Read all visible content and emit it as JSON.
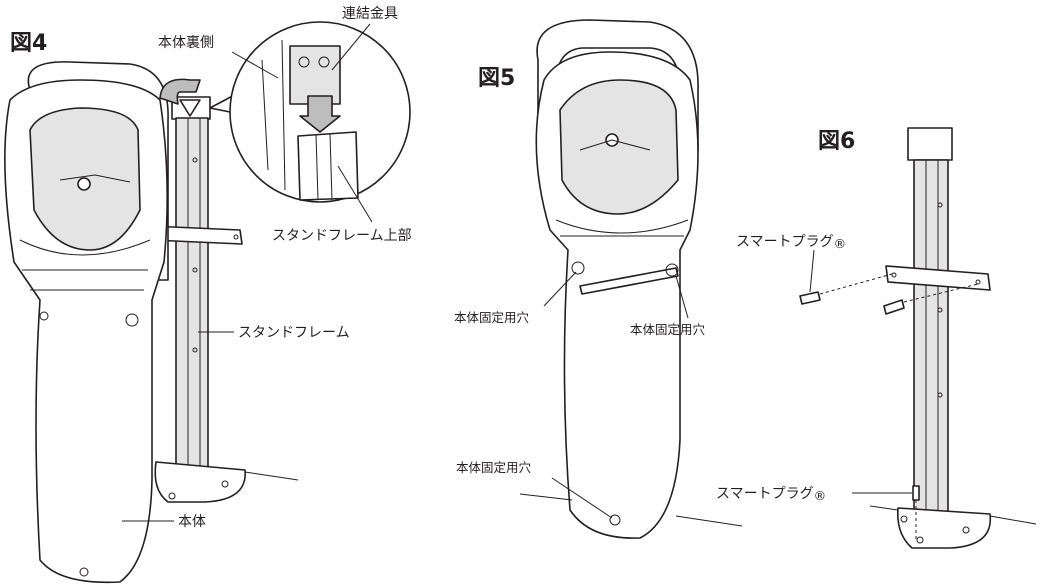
{
  "figures": [
    {
      "id": "fig4",
      "title": "図4"
    },
    {
      "id": "fig5",
      "title": "図5"
    },
    {
      "id": "fig6",
      "title": "図6"
    }
  ],
  "labels": {
    "fig4_body_back": "本体裏側",
    "fig4_connector": "連結金具",
    "fig4_frame_top": "スタンドフレーム上部",
    "fig4_frame": "スタンドフレーム",
    "fig4_body": "本体",
    "fig5_hole_left": "本体固定用穴",
    "fig5_hole_right": "本体固定用穴",
    "fig5_hole_bottom": "本体固定用穴",
    "fig6_plug_top": "スマートプラグ",
    "fig6_plug_bottom": "スマートプラグ",
    "registered_mark": "®"
  },
  "colors": {
    "line": "#231f20",
    "fill_light": "#e4e4e4",
    "fill_mid": "#bdbdbd",
    "background": "#ffffff"
  }
}
